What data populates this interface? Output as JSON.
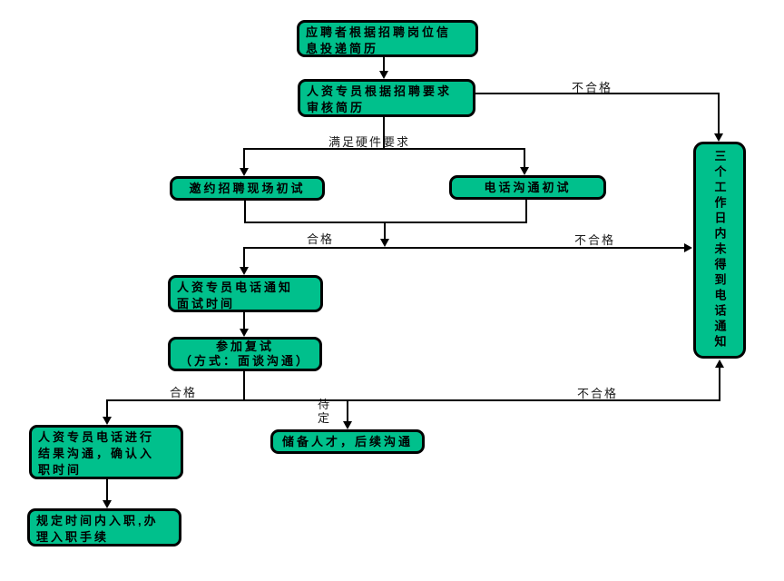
{
  "flowchart": {
    "colors": {
      "background": "#ffffff",
      "node_fill": "#00c08c",
      "node_border": "#000000",
      "connector": "#000000",
      "text": "#000000"
    },
    "nodes": {
      "apply": "应聘者根据招聘岗位信\n息投递简历",
      "review": "人资专员根据招聘要求\n审核简历",
      "onsite_interview": "邀约招聘现场初试",
      "phone_interview": "电话沟通初试",
      "no_call_notice": "三个工作日内未得到电话通知",
      "notify_time": "人资专员电话通知\n面试时间",
      "second_interview": "参加复试\n（方式：面谈沟通）",
      "result_confirm": "人资专员电话进行\n结果沟通，确认入\n职时间",
      "onboard": "规定时间内入职,办\n理入职手续",
      "reserve_talent": "储备人才，后续沟通"
    },
    "labels": {
      "unqualified_top": "不合格",
      "meets_requirements": "满足硬件要求",
      "qualified_mid": "合格",
      "unqualified_mid": "不合格",
      "qualified_bottom": "合格",
      "pending": "待定",
      "unqualified_bottom": "不合格"
    }
  }
}
